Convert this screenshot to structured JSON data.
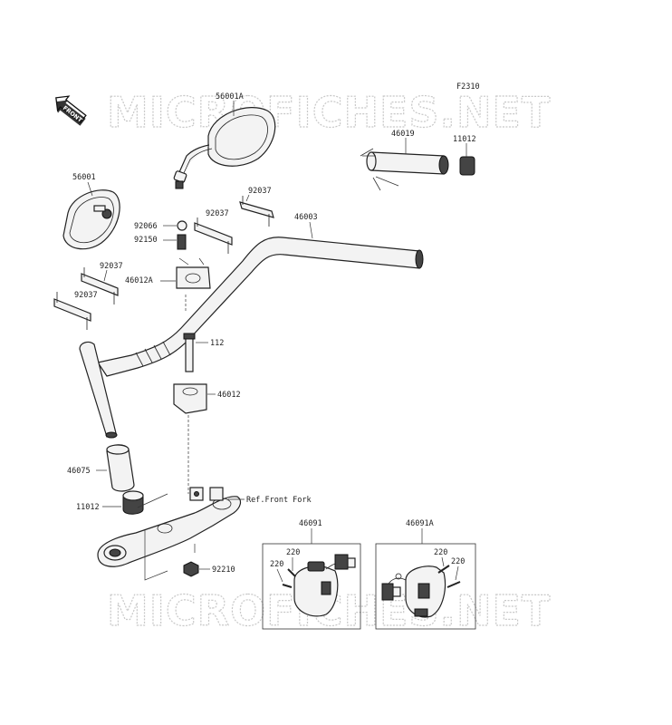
{
  "diagram": {
    "figure_code": "F2310",
    "front_label": "FRONT",
    "watermark_top": "MICROFICHES.NET",
    "watermark_bottom": "MICROFICHES.NET",
    "parts": {
      "p56001A": "56001A",
      "p56001": "56001",
      "p92066": "92066",
      "p92150": "92150",
      "p92037_a": "92037",
      "p92037_b": "92037",
      "p92037_c": "92037",
      "p92037_d": "92037",
      "p46003": "46003",
      "p46019": "46019",
      "p11012_top": "11012",
      "p46012A": "46012A",
      "p112": "112",
      "p46012": "46012",
      "p46075": "46075",
      "p11012_bottom": "11012",
      "ref_front_fork": "Ref.Front Fork",
      "p92210": "92210",
      "p46091": "46091",
      "p46091A": "46091A",
      "p220_a": "220",
      "p220_b": "220",
      "p220_c": "220",
      "p220_d": "220"
    }
  }
}
